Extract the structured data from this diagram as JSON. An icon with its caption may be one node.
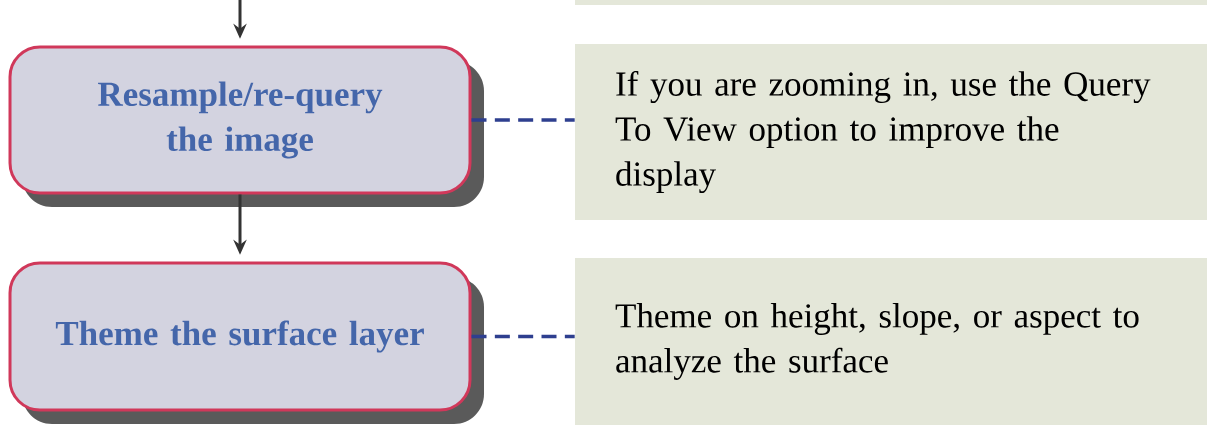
{
  "diagram": {
    "nodes": [
      {
        "text": [],
        "shape": "box"
      },
      {
        "text": [
          "Resample/re-query the image"
        ]
      },
      {
        "text": [
          "If you are zooming in, use the Query To View option to improve the display"
        ]
      },
      {
        "text": [
          "Theme the surface layer"
        ]
      },
      {
        "text": [
          "Theme on height, slope, or aspect to analyze the surface"
        ]
      }
    ],
    "edges": [
      {
        "from": null,
        "to": 1,
        "arrow": "to"
      },
      {
        "from": 1,
        "to": 2,
        "arrow": "none",
        "style": "dashed",
        "color": "#2e3f8f"
      },
      {
        "from": 1,
        "to": 3,
        "arrow": "to"
      },
      {
        "from": 3,
        "to": 4,
        "arrow": "none",
        "style": "dashed",
        "color": "#2e3f8f"
      }
    ]
  }
}
